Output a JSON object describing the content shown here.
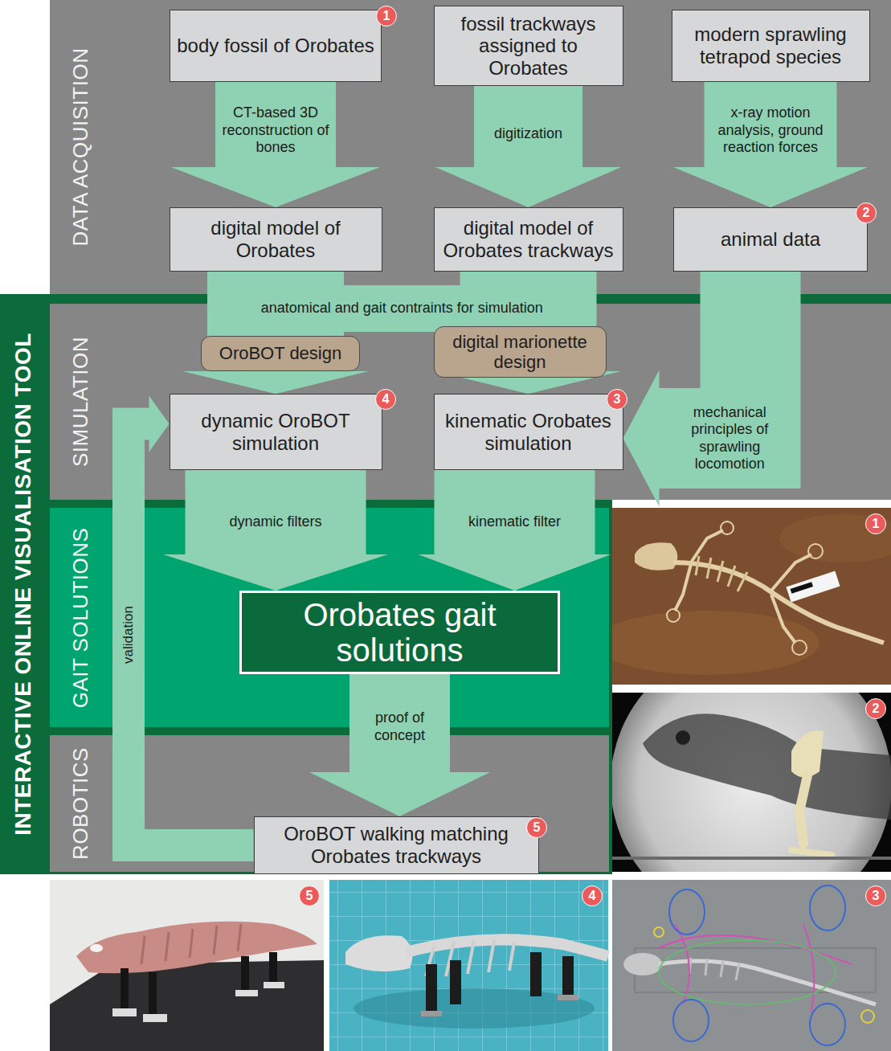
{
  "diagram": {
    "nodes": [
      {
        "text": [
          "DATA ACQUISITION"
        ]
      },
      {
        "text": [
          "body fossil of Orobates"
        ],
        "in": 0
      },
      {
        "text": [
          "fossil trackways assigned to Orobates"
        ],
        "in": 0
      },
      {
        "text": [
          "modern sprawling tetrapod species"
        ],
        "in": 0
      },
      {
        "text": [
          "digital model of Orobates"
        ],
        "in": 0
      },
      {
        "text": [
          "digital model of Orobates trackways"
        ],
        "in": 0
      },
      {
        "text": [
          "animal data"
        ],
        "in": 0
      },
      {
        "text": [
          "INTERACTIVE ONLINE VISUALISATION TOOL"
        ]
      },
      {
        "text": [
          "SIMULATION"
        ],
        "in": 7
      },
      {
        "text": [
          "OroBOT design"
        ],
        "in": 8
      },
      {
        "text": [
          "digital marionette design"
        ],
        "in": 8
      },
      {
        "text": [
          "dynamic OroBOT simulation"
        ],
        "in": 8
      },
      {
        "text": [
          "kinematic Orobates simulation"
        ],
        "in": 8
      },
      {
        "text": [
          "GAIT SOLUTIONS"
        ],
        "in": 7
      },
      {
        "text": [
          "Orobates gait solutions"
        ],
        "in": 13
      },
      {
        "text": [
          "ROBOTICS"
        ],
        "in": 7
      },
      {
        "text": [
          "OroBOT walking matching Orobates trackways"
        ],
        "in": 15
      }
    ],
    "edges": [
      {
        "from": 1,
        "to": 4,
        "arrow": "to",
        "label": "CT-based 3D reconstruction of bones"
      },
      {
        "from": 2,
        "to": 5,
        "arrow": "to",
        "label": "digitization"
      },
      {
        "from": 3,
        "to": 6,
        "arrow": "to",
        "label": "x-ray motion analysis, ground reaction forces"
      },
      {
        "from": 4,
        "to": 11,
        "arrow": "to"
      },
      {
        "from": 4,
        "to": 12,
        "arrow": "to",
        "label": "anatomical and gait contraints for simulation"
      },
      {
        "from": 5,
        "to": 11,
        "arrow": "to"
      },
      {
        "from": 5,
        "to": 12,
        "arrow": "to"
      },
      {
        "from": 6,
        "to": 12,
        "arrow": "to",
        "label": "mechanical principles of sprawling locomotion"
      },
      {
        "from": 11,
        "to": 14,
        "arrow": "to",
        "label": "dynamic filters"
      },
      {
        "from": 12,
        "to": 14,
        "arrow": "to",
        "label": "kinematic filter"
      },
      {
        "from": 14,
        "to": 16,
        "arrow": "to",
        "label": "proof of concept"
      },
      {
        "from": 16,
        "to": 11,
        "arrow": "to",
        "label": "validation"
      }
    ],
    "labels": [
      "1",
      "2",
      "4",
      "3",
      "5",
      "1",
      "2",
      "5",
      "4",
      "3"
    ]
  }
}
